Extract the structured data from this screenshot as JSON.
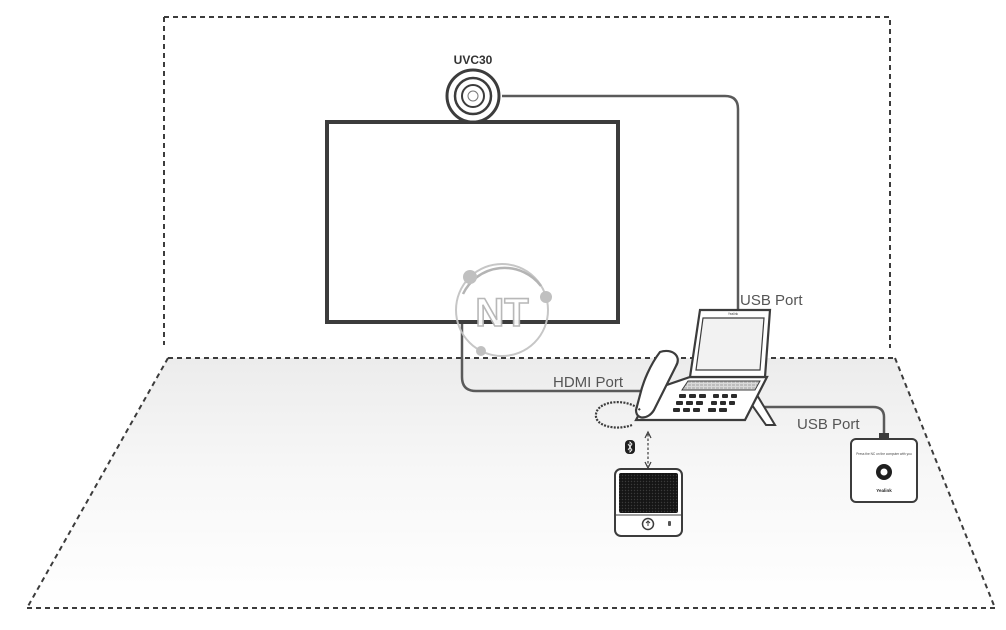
{
  "labels": {
    "camera": "UVC30",
    "usb_port_top": "USB Port",
    "hdmi_port": "HDMI Port",
    "usb_port_right": "USB Port"
  },
  "devices": {
    "phone_brand": "Yealink",
    "dongle_brand": "Yealink",
    "dongle_caption": "Press the NC on the computer with you"
  },
  "watermark": {
    "text": "NT"
  },
  "icons": {
    "camera": "camera-icon",
    "monitor": "monitor-icon",
    "phone": "ip-phone-icon",
    "speakerphone": "speakerphone-icon",
    "bluetooth": "bluetooth-icon",
    "usb_dongle": "usb-dongle-icon",
    "watermark_logo": "nt-logo-icon"
  },
  "colors": {
    "line": "#3c3c3c",
    "cable": "#5a5a5a",
    "floor": "#f3f3f3",
    "speaker_grille": "#1c1c1c"
  }
}
